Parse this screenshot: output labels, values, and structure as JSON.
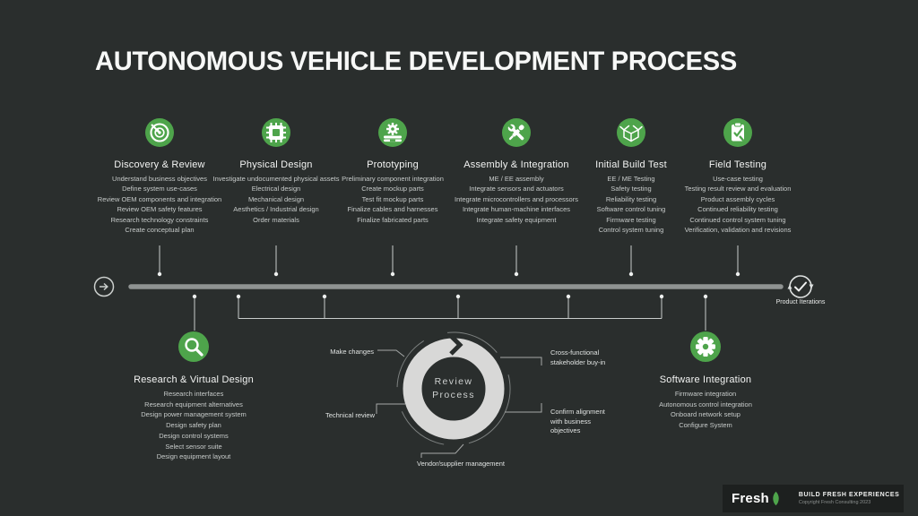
{
  "title": "AUTONOMOUS VEHICLE DEVELOPMENT PROCESS",
  "colors": {
    "background": "#2a2e2d",
    "accent_green": "#4ea44b",
    "ring_gray": "#d8d8d7",
    "timeline_bar": "#8f9392",
    "footer_bg": "#1d201f"
  },
  "top_stages": [
    {
      "name": "Discovery & Review",
      "icon": "target-icon",
      "items": [
        "Understand business objectives",
        "Define system use-cases",
        "Review OEM components and integration",
        "Review OEM safety features",
        "Research technology constraints",
        "Create conceptual plan"
      ]
    },
    {
      "name": "Physical Design",
      "icon": "chip-icon",
      "items": [
        "Investigate undocumented physical assets",
        "Electrical design",
        "Mechanical design",
        "Aesthetics / Industrial design",
        "Order materials"
      ]
    },
    {
      "name": "Prototyping",
      "icon": "fabrication-machine-icon",
      "items": [
        "Preliminary component integration",
        "Create mockup parts",
        "Test fit mockup parts",
        "Finalize cables and harnesses",
        "Finalize fabricated parts"
      ]
    },
    {
      "name": "Assembly & Integration",
      "icon": "tools-icon",
      "items": [
        "ME / EE assembly",
        "Integrate sensors and actuators",
        "Integrate microcontrollers and processors",
        "Integrate human-machine interfaces",
        "Integrate safety equipment"
      ]
    },
    {
      "name": "Initial Build Test",
      "icon": "open-box-icon",
      "items": [
        "EE / ME Testing",
        "Safety testing",
        "Reliability testing",
        "Software control tuning",
        "Firmware testing",
        "Control system tuning"
      ]
    },
    {
      "name": "Field Testing",
      "icon": "clipboard-check-icon",
      "items": [
        "Use-case testing",
        "Testing result review and evaluation",
        "Product assembly cycles",
        "Continued reliability testing",
        "Continued control system tuning",
        "Verification, validation and revisions"
      ]
    }
  ],
  "bottom_stages": [
    {
      "name": "Research & Virtual Design",
      "icon": "magnifier-icon",
      "items": [
        "Research interfaces",
        "Research equipment alternatives",
        "Design power management system",
        "Design safety plan",
        "Design control systems",
        "Select sensor suite",
        "Design equipment layout"
      ]
    },
    {
      "name": "Software Integration",
      "icon": "gear-icon",
      "items": [
        "Firmware integration",
        "Autonomous control integration",
        "Onboard network setup",
        "Configure System"
      ]
    }
  ],
  "timeline": {
    "end_label": "Product Iterations"
  },
  "review_cycle": {
    "center_line1": "Review",
    "center_line2": "Process",
    "make_changes": "Make changes",
    "technical_review": "Technical review",
    "vendor": "Vendor/supplier management",
    "cross_functional": "Cross-functional stakeholder buy-in",
    "confirm_alignment": "Confirm alignment with business objectives"
  },
  "footer": {
    "brand": "Fresh",
    "tagline": "BUILD FRESH EXPERIENCES",
    "copyright": "Copyright Fresh Consulting 2023"
  }
}
